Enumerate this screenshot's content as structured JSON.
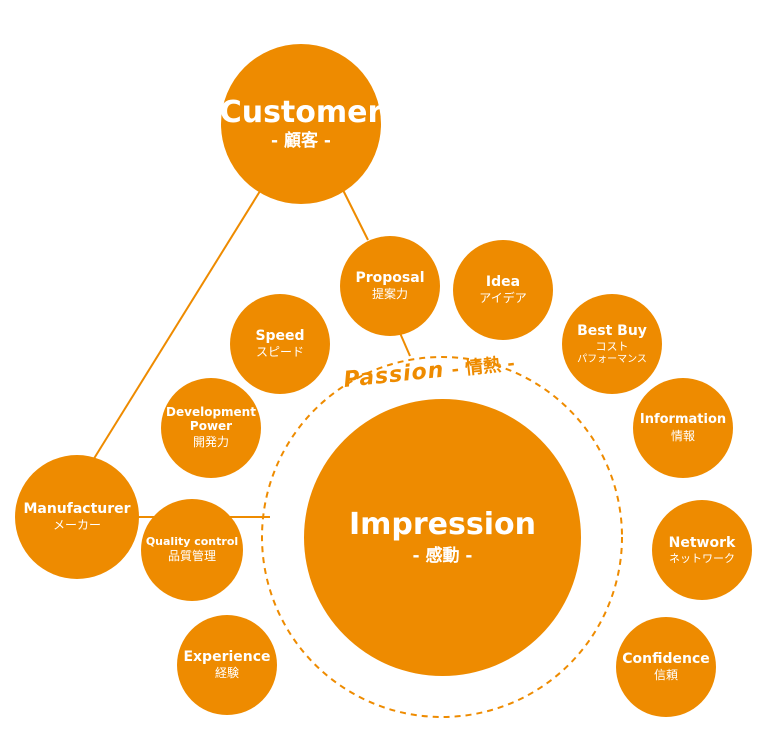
{
  "diagram": {
    "center": {
      "label": "Impression",
      "sublabel": "- 感動 -"
    },
    "ring": {
      "label": "Passion",
      "sublabel": "- 情熱 -"
    },
    "customer": {
      "label": "Customer",
      "sublabel": "- 顧客 -"
    },
    "manufacturer": {
      "label": "Manufacturer",
      "sublabel": "メーカー"
    },
    "nodes": {
      "proposal": {
        "label": "Proposal",
        "sublabel": "提案力"
      },
      "idea": {
        "label": "Idea",
        "sublabel": "アイデア"
      },
      "best_buy": {
        "label": "Best Buy",
        "sublabel": "コスト",
        "sublabel2": "パフォーマンス"
      },
      "speed": {
        "label": "Speed",
        "sublabel": "スピード"
      },
      "development_power": {
        "label": "Development",
        "label2": "Power",
        "sublabel": "開発力"
      },
      "information": {
        "label": "Information",
        "sublabel": "情報"
      },
      "quality_control": {
        "label": "Quality control",
        "sublabel": "品質管理"
      },
      "network": {
        "label": "Network",
        "sublabel": "ネットワーク"
      },
      "experience": {
        "label": "Experience",
        "sublabel": "経験"
      },
      "confidence": {
        "label": "Confidence",
        "sublabel": "信頼"
      }
    }
  },
  "colors": {
    "accent": "#ee8b00",
    "text_on_accent": "#ffffff",
    "background": "#ffffff"
  }
}
